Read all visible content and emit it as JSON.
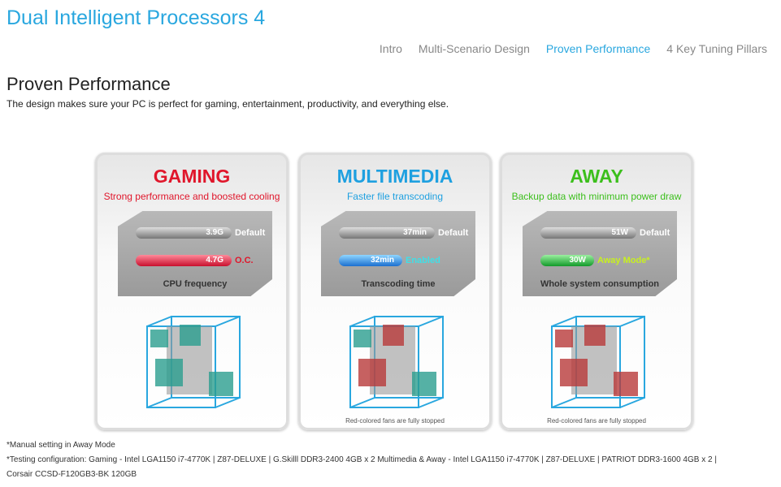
{
  "title": "Dual Intelligent Processors 4",
  "nav": [
    {
      "label": "Intro"
    },
    {
      "label": "Multi-Scenario Design"
    },
    {
      "label": "Proven Performance"
    },
    {
      "label": "4 Key Tuning Pillars"
    }
  ],
  "section": {
    "heading": "Proven Performance",
    "description": "The design makes sure your PC is perfect for gaming, entertainment, productivity, and everything else."
  },
  "panels": [
    {
      "title": "GAMING",
      "subtitle": "Strong performance and boosted cooling",
      "color": "#e0162b",
      "default_value": "3.9G",
      "default_label": "Default",
      "alt_value": "4.7G",
      "alt_label": "O.C.",
      "chart_label": "CPU frequency",
      "note": ""
    },
    {
      "title": "MULTIMEDIA",
      "subtitle": "Faster file transcoding",
      "color": "#1ea0e0",
      "default_value": "37min",
      "default_label": "Default",
      "alt_value": "32min",
      "alt_label": "Enabled",
      "chart_label": "Transcoding time",
      "note": "Red-colored fans are fully stopped"
    },
    {
      "title": "AWAY",
      "subtitle": "Backup data with minimum power draw",
      "color": "#3cbf1c",
      "default_value": "51W",
      "default_label": "Default",
      "alt_value": "30W",
      "alt_label": "Away Mode*",
      "chart_label": "Whole system consumption",
      "note": "Red-colored fans are fully stopped"
    }
  ],
  "footnotes": {
    "manual": "*Manual setting in Away Mode",
    "testing": "*Testing configuration: Gaming - Intel LGA1150 i7-4770K | Z87-DELUXE | G.Skilll DDR3-2400 4GB x 2 Multimedia & Away - Intel LGA1150 i7-4770K | Z87-DELUXE | PATRIOT DDR3-1600 4GB x 2 |",
    "testing2": "Corsair CCSD-F120GB3-BK 120GB"
  }
}
